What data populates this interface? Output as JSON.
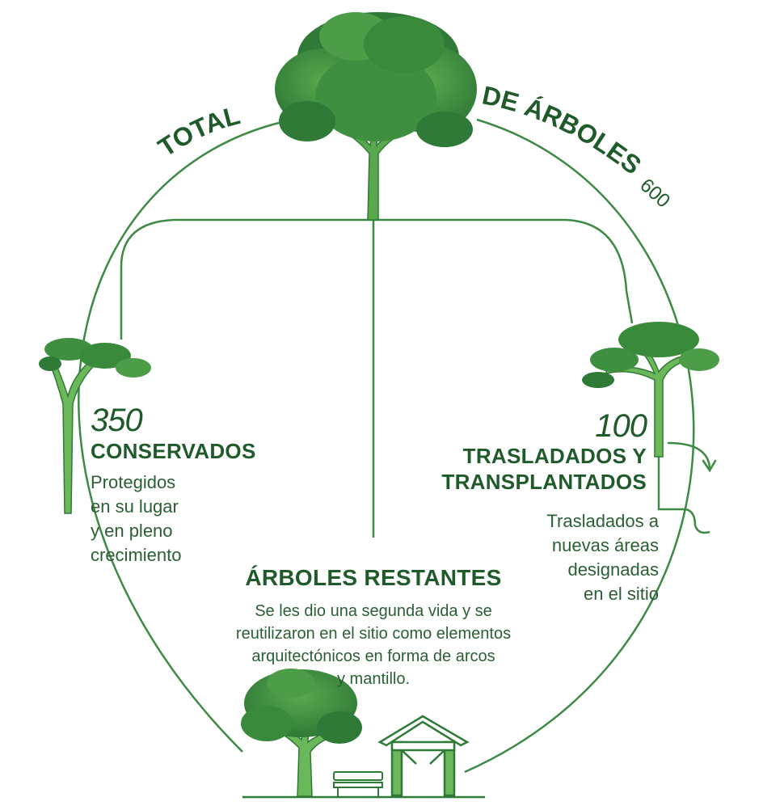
{
  "title": {
    "word1": "TOTAL",
    "word2": "DE ÁRBOLES",
    "count": "600"
  },
  "conserved": {
    "number": "350",
    "heading": "CONSERVADOS",
    "description": [
      "Protegidos",
      "en su lugar",
      "y en pleno",
      "crecimiento"
    ]
  },
  "relocated": {
    "number": "100",
    "heading_lines": [
      "TRASLADADOS Y",
      "TRANSPLANTADOS"
    ],
    "description": [
      "Trasladados a",
      "nuevas áreas",
      "designadas",
      "en el sitio"
    ]
  },
  "remaining": {
    "heading": "ÁRBOLES RESTANTES",
    "description": [
      "Se les dio una segunda vida y se",
      "reutilizaron en el sitio como elementos",
      "arquitectónicos en forma de arcos",
      "y mantillo."
    ]
  },
  "colors": {
    "primary_green": "#1f5a2a",
    "foliage_dark": "#2f7a36",
    "foliage_light": "#5aa84e",
    "line_green": "#3d8a44"
  },
  "icons": [
    "large-tree-icon",
    "tall-tree-icon",
    "umbrella-tree-icon",
    "small-tree-icon",
    "bench-icon",
    "pergola-arch-icon",
    "relocation-arrow-icon"
  ]
}
